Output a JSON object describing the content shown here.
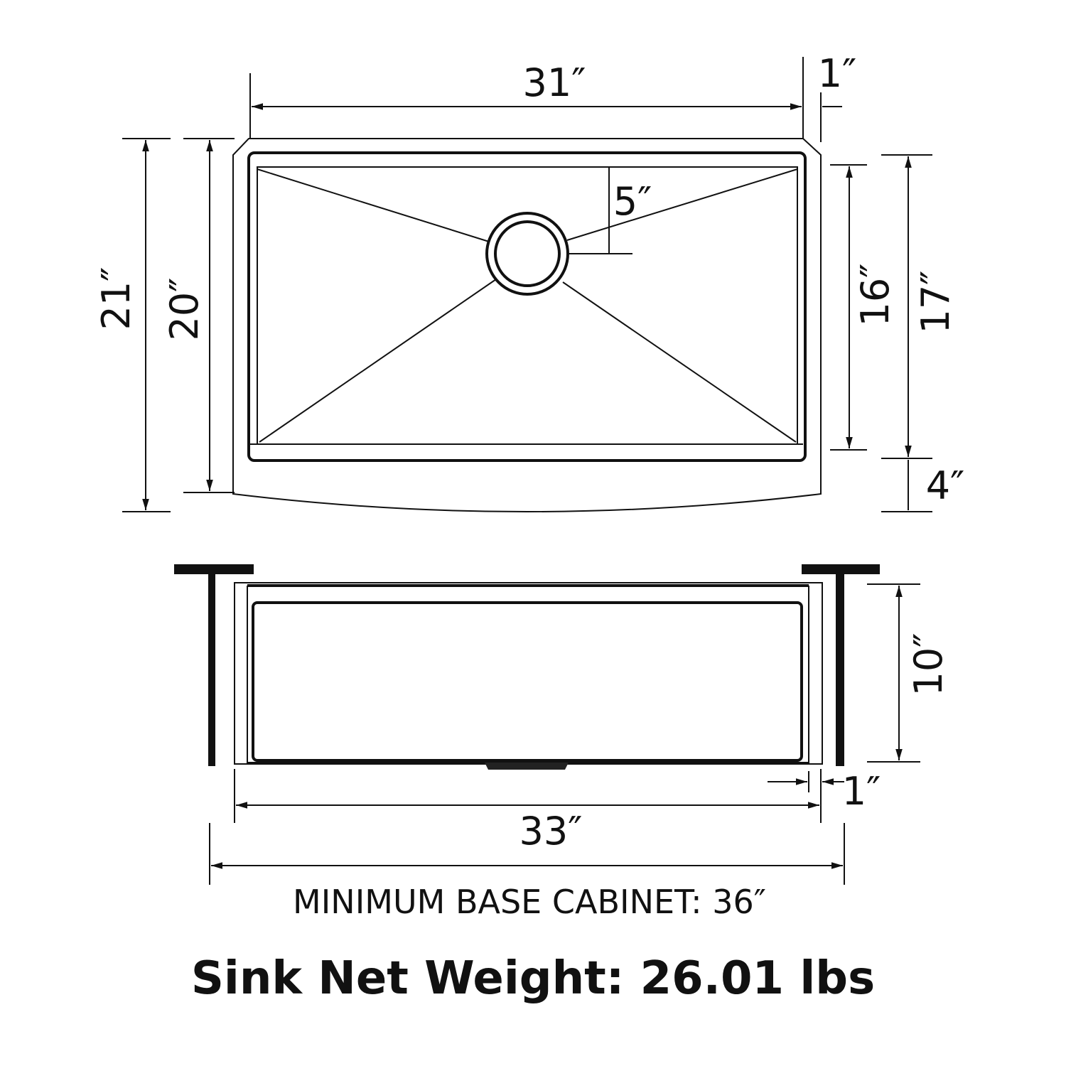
{
  "top_view": {
    "width_label": "31″",
    "rim_label_top": "1″",
    "depth_outer_label": "21″",
    "depth_inner_label": "20″",
    "drain_offset_label": "5″",
    "basin_depth_label": "16″",
    "front_to_back_label": "17″",
    "apron_label": "4″"
  },
  "side_view": {
    "bowl_depth_label": "10″",
    "rim_label_bottom": "1″",
    "overall_width_label": "33″",
    "cabinet_label": "MINIMUM BASE CABINET: 36″"
  },
  "weight_label": "Sink Net Weight: 26.01 lbs"
}
